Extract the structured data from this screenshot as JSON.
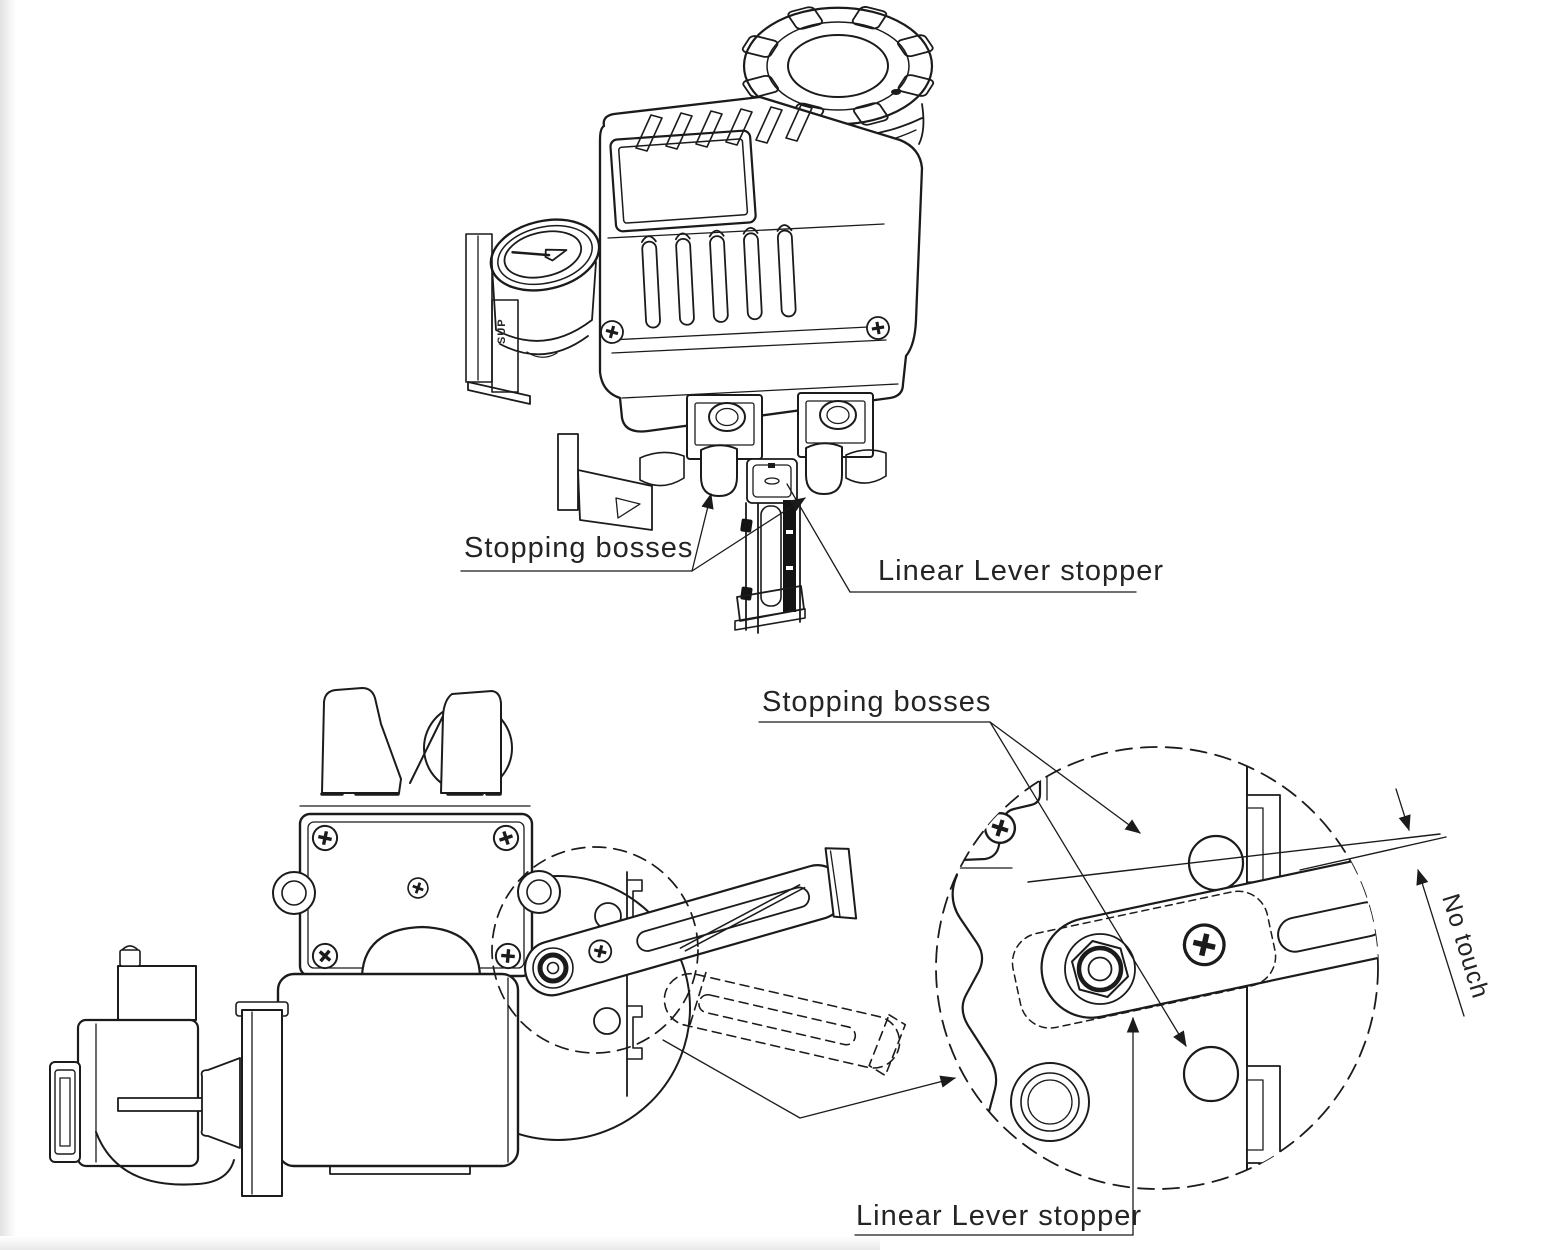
{
  "page": {
    "background": "#ffffff",
    "edge_shade": "#e7e7e7",
    "line_color": "#1b1b1b",
    "text_color": "#242424"
  },
  "views": {
    "isometric": {
      "labels": {
        "stopping_bosses": "Stopping bosses",
        "linear_lever_stopper": "Linear Lever stopper"
      },
      "gauge_marking": "SUP"
    },
    "detail": {
      "labels": {
        "stopping_bosses": "Stopping bosses",
        "linear_lever_stopper": "Linear Lever stopper",
        "no_touch": "No touch"
      }
    }
  }
}
